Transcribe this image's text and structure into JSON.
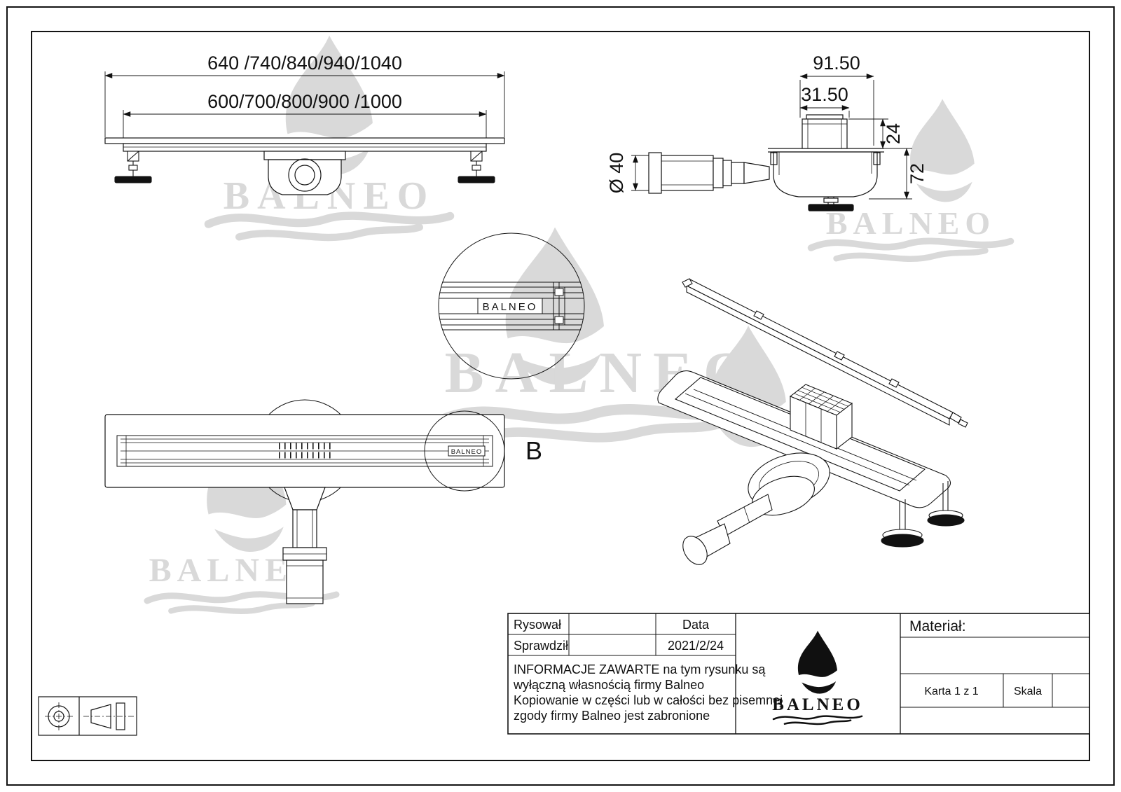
{
  "page": {
    "watermark_text": "BALNEO"
  },
  "front_view": {
    "dim_outer": "640 /740/840/940/1040",
    "dim_inner": "600/700/800/900 /1000"
  },
  "side_view": {
    "dim_width_outer": "91.50",
    "dim_width_inner": "31.50",
    "dim_height_riser": "24",
    "dim_height_body": "72",
    "dim_pipe_diameter": "Ø 40"
  },
  "detail_view": {
    "grate_brand": "BALNEO"
  },
  "plan_view": {
    "grate_brand": "BALNEO",
    "detail_label": "B"
  },
  "title_block": {
    "drawn_label": "Rysował",
    "checked_label": "Sprawdził",
    "date_label": "Data",
    "date_value": "2021/2/24",
    "info_line1": "INFORMACJE ZAWARTE na tym rysunku są",
    "info_line2": "wyłączną własnością firmy Balneo",
    "info_line3": "Kopiowanie w części lub w całości bez pisemnej",
    "info_line4": "zgody firmy Balneo jest zabronione",
    "material_label": "Materiał:",
    "sheet_label": "Karta 1 z 1",
    "scale_label": "Skala",
    "logo_text": "BALNEO"
  }
}
